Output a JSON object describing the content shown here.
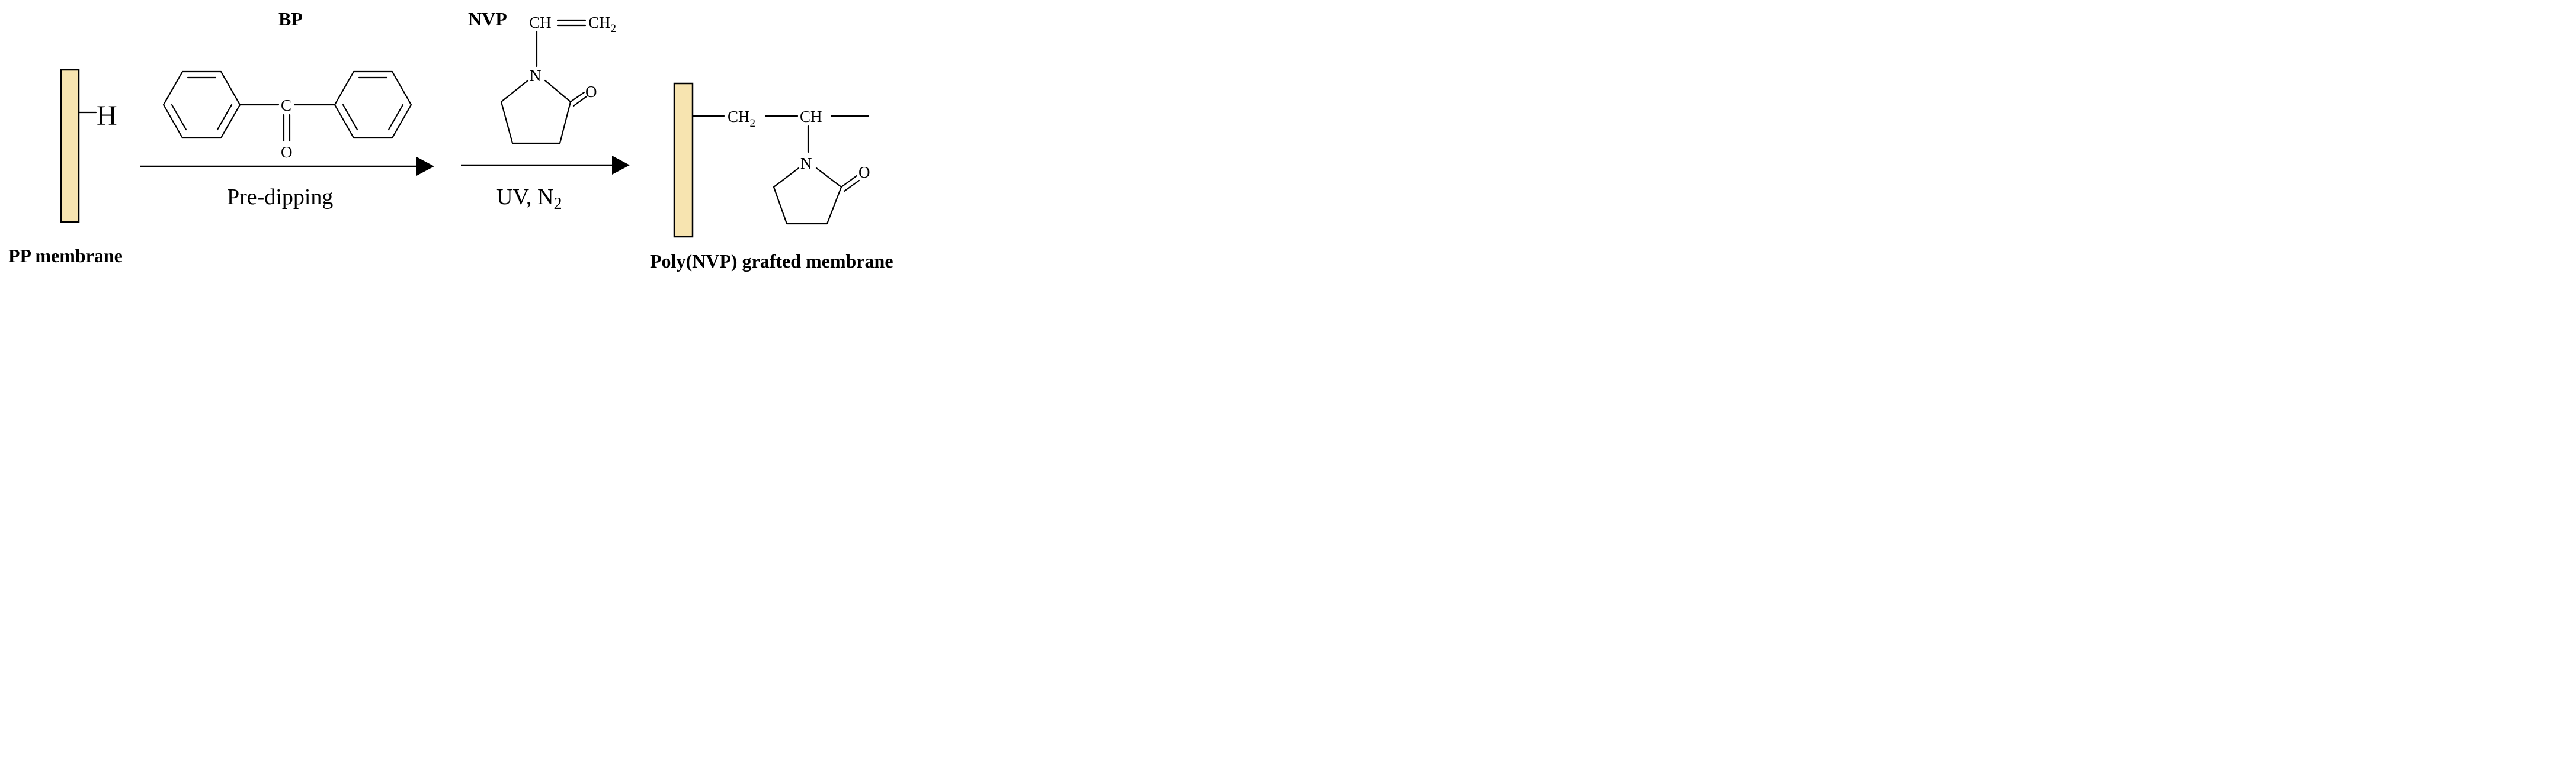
{
  "colors": {
    "membrane_fill": "#f7e4b0",
    "line": "#000000",
    "background": "#ffffff"
  },
  "start": {
    "surface_group": "H",
    "caption": "PP membrane"
  },
  "photoinitiator": {
    "label": "BP",
    "carbonyl_carbon": "C",
    "carbonyl_oxygen": "O"
  },
  "step1": {
    "condition": "Pre-dipping"
  },
  "monomer": {
    "label": "NVP",
    "vinyl_ch": "CH",
    "vinyl_ch2": "CH",
    "vinyl_ch2_sub": "2",
    "ring_nitrogen": "N",
    "ring_oxygen": "O"
  },
  "step2": {
    "condition_main": "UV, N",
    "condition_sub": "2"
  },
  "product": {
    "backbone_ch2": "CH",
    "backbone_ch2_sub": "2",
    "backbone_ch": "CH",
    "ring_nitrogen": "N",
    "ring_oxygen": "O",
    "caption": "Poly(NVP) grafted membrane"
  }
}
